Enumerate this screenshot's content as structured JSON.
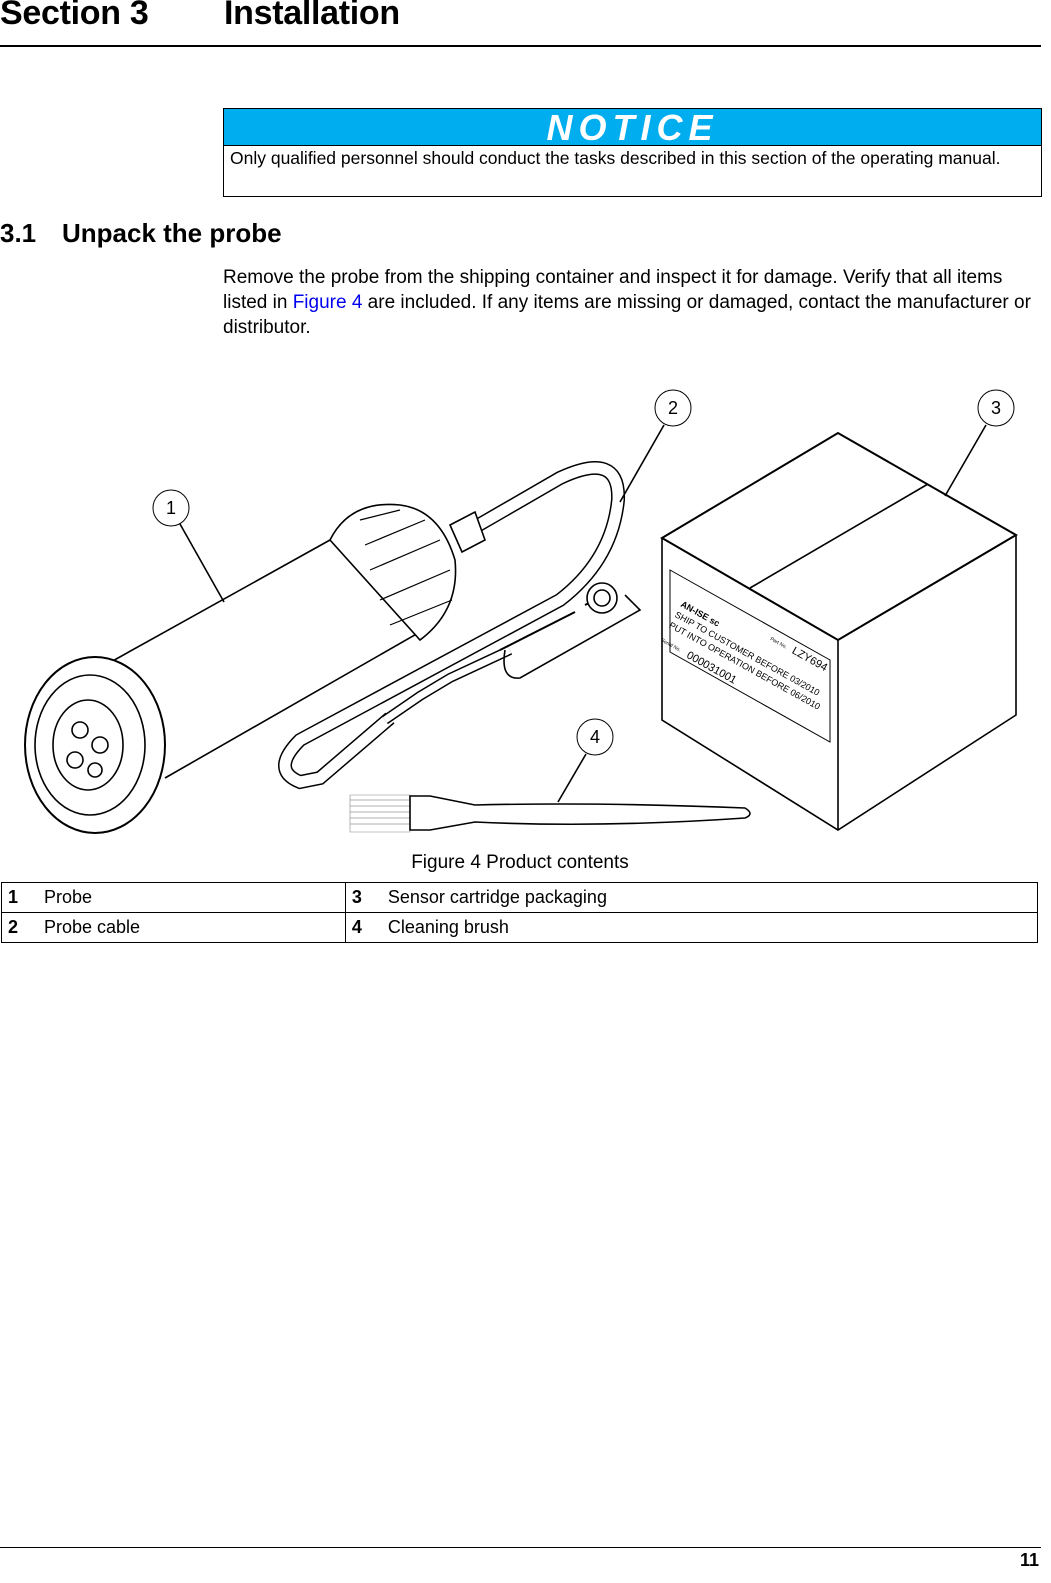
{
  "header": {
    "section": "Section 3",
    "title": "Installation"
  },
  "notice": {
    "heading": "NOTICE",
    "text": "Only qualified personnel should conduct the tasks described in this section of the operating manual.",
    "color": "#00adef"
  },
  "subsection": {
    "number": "3.1",
    "title": "Unpack the probe"
  },
  "body": {
    "before": "Remove the probe from the shipping container and inspect it for damage. Verify that all items listed in ",
    "link": "Figure 4",
    "after": " are included. If any items are missing or damaged, contact the manufacturer or distributor.",
    "link_color": "#0000ee"
  },
  "figure": {
    "callouts": [
      "1",
      "2",
      "3",
      "4"
    ],
    "label": {
      "line1": "AN-ISE sc",
      "line2": "SHIP TO CUSTOMER BEFORE 03/2010",
      "line3": "PUT INTO OPERATION BEFORE 06/2010",
      "part_label": "Part No.",
      "part_no": "LZY694",
      "serial_label": "Serial No.",
      "serial_no": "000031001"
    },
    "caption": "Figure 4 Product contents"
  },
  "legend": [
    {
      "num": "1",
      "text": "Probe"
    },
    {
      "num": "3",
      "text": "Sensor cartridge packaging"
    },
    {
      "num": "2",
      "text": "Probe cable"
    },
    {
      "num": "4",
      "text": "Cleaning brush"
    }
  ],
  "footer": {
    "page": "11"
  }
}
